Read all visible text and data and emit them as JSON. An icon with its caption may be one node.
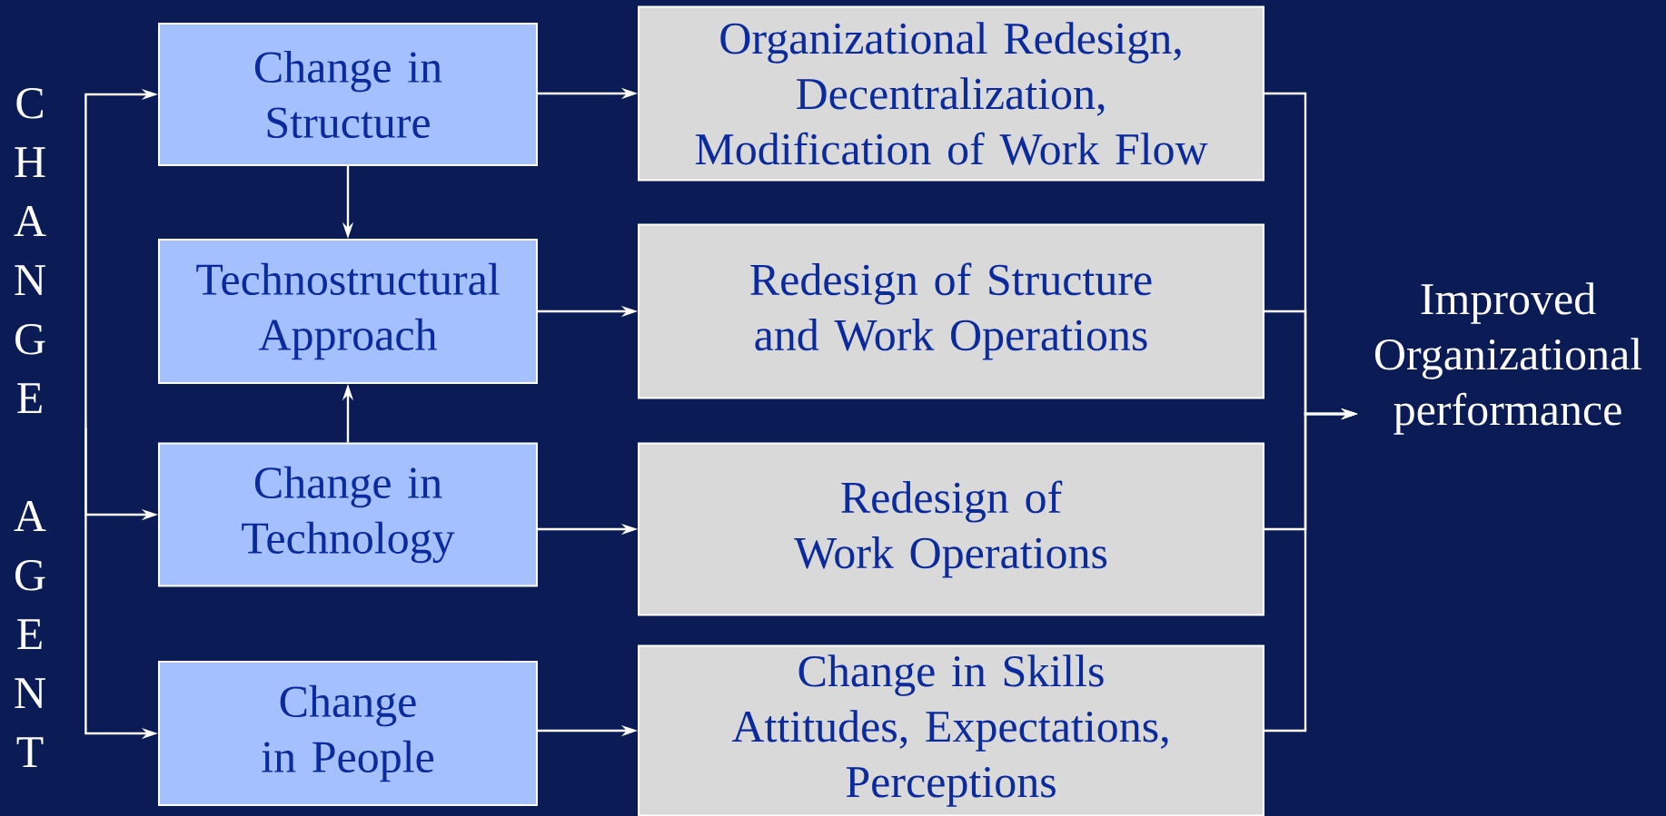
{
  "diagram": {
    "nodes": [
      {
        "text": [
          "CHANGE",
          "AGENT"
        ]
      },
      {
        "text": [
          "Change in Structure"
        ]
      },
      {
        "text": [
          "Technostructural Approach"
        ]
      },
      {
        "text": [
          "Change in Technology"
        ]
      },
      {
        "text": [
          "Change in People"
        ]
      },
      {
        "text": [
          "Organizational Redesign, Decentralization, Modification of Work Flow"
        ]
      },
      {
        "text": [
          "Redesign of Structure and Work Operations"
        ]
      },
      {
        "text": [
          "Redesign of Work Operations"
        ]
      },
      {
        "text": [
          "Change in Skills Attitudes, Expectations, Perceptions"
        ]
      },
      {
        "text": [
          "Improved Organizational performance"
        ]
      }
    ],
    "edges": [
      {
        "from": 0,
        "to": 1,
        "arrow": "to"
      },
      {
        "from": 0,
        "to": 3,
        "arrow": "to"
      },
      {
        "from": 0,
        "to": 4,
        "arrow": "to"
      },
      {
        "from": 1,
        "to": 2,
        "arrow": "to"
      },
      {
        "from": 3,
        "to": 2,
        "arrow": "to"
      },
      {
        "from": 1,
        "to": 5,
        "arrow": "to"
      },
      {
        "from": 2,
        "to": 6,
        "arrow": "to"
      },
      {
        "from": 3,
        "to": 7,
        "arrow": "to"
      },
      {
        "from": 4,
        "to": 8,
        "arrow": "to"
      },
      {
        "from": 5,
        "to": 9,
        "arrow": "to"
      },
      {
        "from": 6,
        "to": 9,
        "arrow": "to"
      },
      {
        "from": 7,
        "to": 9,
        "arrow": "to"
      },
      {
        "from": 8,
        "to": 9,
        "arrow": "to"
      }
    ]
  }
}
